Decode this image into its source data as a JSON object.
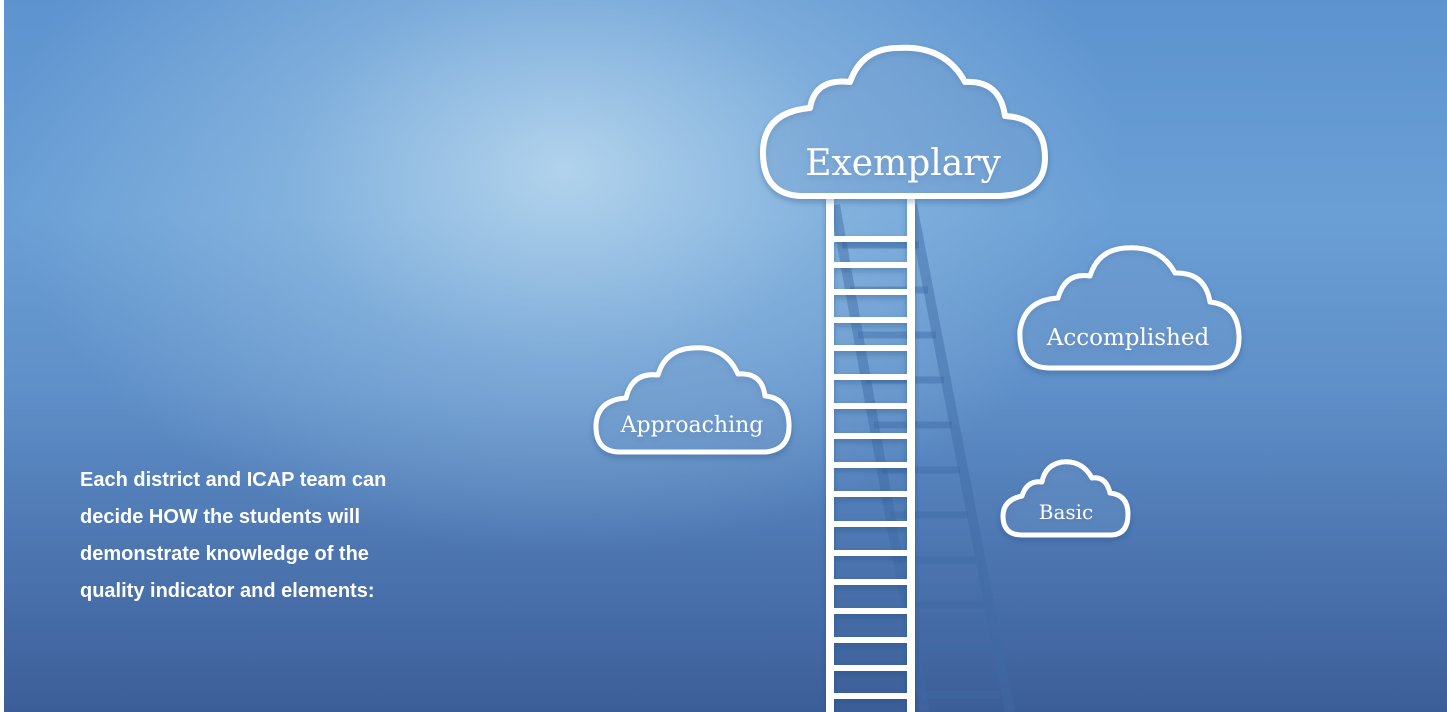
{
  "body_text": {
    "lines": [
      "Each district and ICAP team can",
      "decide HOW the students will",
      "demonstrate knowledge of the",
      "quality indicator and elements:"
    ]
  },
  "clouds": {
    "exemplary": "Exemplary",
    "accomplished": "Accomplished",
    "approaching": "Approaching",
    "basic": "Basic"
  },
  "colors": {
    "line": "#ffffff",
    "background_top": "#5d93cf",
    "background_bottom": "#3c5e98"
  }
}
